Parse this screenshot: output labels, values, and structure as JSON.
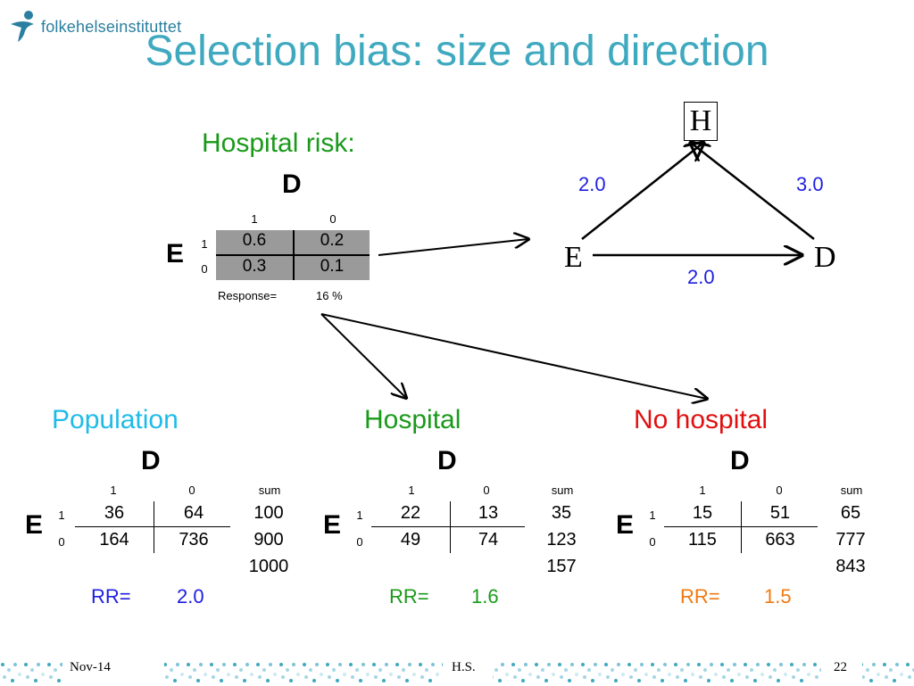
{
  "logo_text": "folkehelseinstituttet",
  "title": "Selection bias: size and direction",
  "hospital_risk": {
    "heading": "Hospital risk:",
    "d_label": "D",
    "e_label": "E",
    "col_headers": [
      "1",
      "0"
    ],
    "row_labels": [
      "1",
      "0"
    ],
    "values": [
      [
        "0.6",
        "0.2"
      ],
      [
        "0.3",
        "0.1"
      ]
    ],
    "response_label": "Response=",
    "response_value": "16 %"
  },
  "dag": {
    "node_h": "H",
    "node_e": "E",
    "node_d": "D",
    "edge_e_h": "2.0",
    "edge_d_h": "3.0",
    "edge_e_d": "2.0"
  },
  "tables": [
    {
      "heading": "Population",
      "d_label": "D",
      "e_label": "E",
      "col_headers": [
        "1",
        "0",
        "sum"
      ],
      "row_labels": [
        "1",
        "0"
      ],
      "rows": [
        [
          "36",
          "64",
          "100"
        ],
        [
          "164",
          "736",
          "900"
        ]
      ],
      "total": "1000",
      "rr_label": "RR=",
      "rr_value": "2.0"
    },
    {
      "heading": "Hospital",
      "d_label": "D",
      "e_label": "E",
      "col_headers": [
        "1",
        "0",
        "sum"
      ],
      "row_labels": [
        "1",
        "0"
      ],
      "rows": [
        [
          "22",
          "13",
          "35"
        ],
        [
          "49",
          "74",
          "123"
        ]
      ],
      "total": "157",
      "rr_label": "RR=",
      "rr_value": "1.6"
    },
    {
      "heading": "No hospital",
      "d_label": "D",
      "e_label": "E",
      "col_headers": [
        "1",
        "0",
        "sum"
      ],
      "row_labels": [
        "1",
        "0"
      ],
      "rows": [
        [
          "15",
          "51",
          "65"
        ],
        [
          "115",
          "663",
          "777"
        ]
      ],
      "total": "843",
      "rr_label": "RR=",
      "rr_value": "1.5"
    }
  ],
  "footer": {
    "date": "Nov-14",
    "author": "H.S.",
    "page": "22"
  },
  "colors": {
    "title": "#3fa9bf",
    "green": "#1a9a1a",
    "blue": "#1e1ee0",
    "cyan": "#1fbbe8",
    "red": "#e01010",
    "orange": "#ef7a10"
  }
}
